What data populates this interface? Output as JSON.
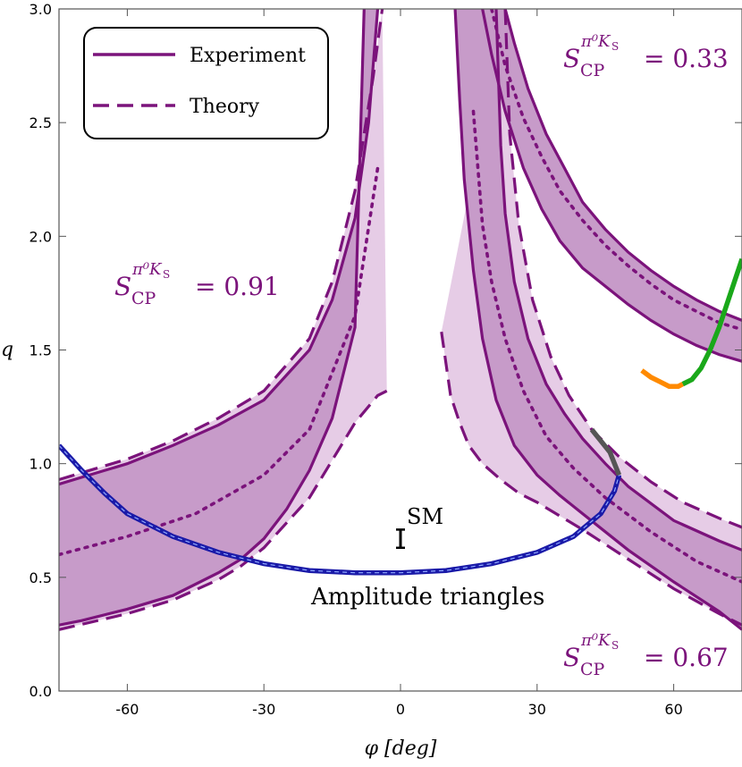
{
  "chart_data": {
    "type": "line",
    "xlabel": "φ [deg]",
    "ylabel": "q",
    "xlim": [
      -75,
      75
    ],
    "ylim": [
      0,
      3
    ],
    "xticks": [
      -60,
      -30,
      0,
      30,
      60
    ],
    "yticks": [
      0.0,
      0.5,
      1.0,
      1.5,
      2.0,
      2.5,
      3.0
    ],
    "xtick_labels": [
      "-60",
      "-30",
      "0",
      "30",
      "60"
    ],
    "ytick_labels": [
      "0.0",
      "0.5",
      "1.0",
      "1.5",
      "2.0",
      "2.5",
      "3.0"
    ],
    "legend": {
      "position": "top-left",
      "entries": [
        {
          "label": "Experiment",
          "style": "solid"
        },
        {
          "label": "Theory",
          "style": "dashed"
        }
      ]
    },
    "annotations": [
      {
        "id": "s091",
        "base": "S",
        "sub": "CP",
        "sup": "π⁰K",
        "supsub": "S",
        "value": "= 0.91"
      },
      {
        "id": "s033",
        "base": "S",
        "sub": "CP",
        "sup": "π⁰K",
        "supsub": "S",
        "value": "= 0.33"
      },
      {
        "id": "s067",
        "base": "S",
        "sub": "CP",
        "sup": "π⁰K",
        "supsub": "S",
        "value": "= 0.67"
      },
      {
        "id": "amp",
        "text": "Amplitude triangles"
      },
      {
        "id": "sm",
        "text": "SM"
      }
    ],
    "colors": {
      "purple": "#7b137b",
      "band_fill": "#c79bc9",
      "band_light": "#e6cce6",
      "blue": "#1a1aa8",
      "gray": "#555555",
      "orange": "#ff8a00",
      "green": "#1aa81a"
    },
    "sm_point": {
      "x": 0,
      "y": 0.67,
      "yerr": [
        0.63,
        0.71
      ]
    },
    "series": [
      {
        "name": "Experiment",
        "band": "0.91",
        "role": "upper",
        "x": [
          -75,
          -70,
          -60,
          -50,
          -40,
          -30,
          -20,
          -15,
          -10,
          -7,
          -5
        ],
        "y": [
          0.91,
          0.94,
          1.0,
          1.08,
          1.17,
          1.28,
          1.5,
          1.72,
          2.08,
          2.5,
          3.0
        ]
      },
      {
        "name": "Experiment",
        "band": "0.91",
        "role": "lower",
        "x": [
          -75,
          -70,
          -60,
          -50,
          -40,
          -35,
          -30,
          -25,
          -20,
          -15,
          -10,
          -8
        ],
        "y": [
          0.29,
          0.31,
          0.36,
          0.42,
          0.52,
          0.58,
          0.67,
          0.8,
          0.97,
          1.2,
          1.6,
          3.0
        ]
      },
      {
        "name": "Theory",
        "band": "0.91",
        "role": "center",
        "x": [
          -75,
          -60,
          -45,
          -30,
          -20,
          -10,
          -5
        ],
        "y": [
          0.6,
          0.68,
          0.78,
          0.95,
          1.15,
          1.65,
          2.3
        ]
      },
      {
        "name": "Theory",
        "band": "0.91",
        "role": "upper",
        "x": [
          -75,
          -70,
          -60,
          -50,
          -40,
          -30,
          -20,
          -15,
          -10,
          -6,
          -4
        ],
        "y": [
          0.93,
          0.96,
          1.02,
          1.1,
          1.2,
          1.32,
          1.55,
          1.8,
          2.2,
          2.7,
          3.0
        ]
      },
      {
        "name": "Theory",
        "band": "0.91",
        "role": "lower",
        "x": [
          -75,
          -60,
          -50,
          -40,
          -35,
          -30,
          -20,
          -10,
          -5,
          -3
        ],
        "y": [
          0.27,
          0.34,
          0.4,
          0.49,
          0.55,
          0.63,
          0.85,
          1.18,
          1.3,
          1.32
        ]
      },
      {
        "name": "Experiment",
        "band": "0.67",
        "role": "left",
        "x": [
          12,
          13,
          14,
          16,
          18,
          21,
          25,
          30,
          35,
          40,
          50,
          60,
          70,
          75
        ],
        "y": [
          3.0,
          2.6,
          2.25,
          1.85,
          1.55,
          1.28,
          1.08,
          0.95,
          0.86,
          0.78,
          0.62,
          0.48,
          0.35,
          0.27
        ]
      },
      {
        "name": "Experiment",
        "band": "0.67",
        "role": "right",
        "x": [
          21,
          22,
          23,
          25,
          28,
          32,
          36,
          40,
          45,
          50,
          60,
          70,
          75
        ],
        "y": [
          3.0,
          2.4,
          2.1,
          1.8,
          1.55,
          1.35,
          1.22,
          1.11,
          1.0,
          0.9,
          0.75,
          0.66,
          0.62
        ]
      },
      {
        "name": "Theory",
        "band": "0.67",
        "role": "center",
        "x": [
          16,
          18,
          20,
          23,
          27,
          32,
          38,
          45,
          55,
          65,
          75
        ],
        "y": [
          2.55,
          2.05,
          1.8,
          1.55,
          1.32,
          1.12,
          0.98,
          0.85,
          0.7,
          0.57,
          0.48
        ]
      },
      {
        "name": "Theory",
        "band": "0.67",
        "role": "left",
        "x": [
          9,
          11,
          13,
          15,
          18,
          22,
          26,
          30,
          35,
          40,
          50,
          60,
          70,
          75
        ],
        "y": [
          1.58,
          1.3,
          1.18,
          1.08,
          1.0,
          0.93,
          0.87,
          0.83,
          0.77,
          0.71,
          0.58,
          0.45,
          0.34,
          0.29
        ]
      },
      {
        "name": "Theory",
        "band": "0.67",
        "role": "right",
        "x": [
          23,
          24,
          26,
          29,
          33,
          37,
          42,
          48,
          55,
          62,
          70,
          75
        ],
        "y": [
          3.0,
          2.45,
          2.05,
          1.72,
          1.47,
          1.3,
          1.15,
          1.03,
          0.92,
          0.83,
          0.76,
          0.72
        ]
      },
      {
        "name": "Experiment",
        "band": "0.33",
        "role": "upper",
        "x": [
          23,
          25,
          28,
          32,
          36,
          40,
          45,
          50,
          55,
          60,
          65,
          70,
          75
        ],
        "y": [
          3.0,
          2.85,
          2.65,
          2.45,
          2.3,
          2.15,
          2.03,
          1.93,
          1.85,
          1.78,
          1.72,
          1.67,
          1.63
        ]
      },
      {
        "name": "Experiment",
        "band": "0.33",
        "role": "lower",
        "x": [
          18,
          20,
          23,
          27,
          31,
          35,
          40,
          45,
          50,
          55,
          60,
          65,
          70,
          75
        ],
        "y": [
          3.0,
          2.8,
          2.55,
          2.3,
          2.12,
          1.98,
          1.86,
          1.78,
          1.7,
          1.63,
          1.57,
          1.52,
          1.48,
          1.45
        ]
      },
      {
        "name": "Theory",
        "band": "0.33",
        "role": "center",
        "x": [
          20,
          23,
          27,
          31,
          35,
          40,
          45,
          50,
          55,
          60,
          65,
          70,
          75
        ],
        "y": [
          3.0,
          2.75,
          2.52,
          2.35,
          2.2,
          2.07,
          1.96,
          1.87,
          1.79,
          1.72,
          1.67,
          1.62,
          1.59
        ]
      },
      {
        "name": "Amplitude triangles",
        "role": "blue",
        "x": [
          -75,
          -70,
          -65,
          -60,
          -50,
          -40,
          -30,
          -20,
          -10,
          0,
          10,
          20,
          30,
          38,
          44,
          47,
          48
        ],
        "y": [
          1.08,
          0.97,
          0.87,
          0.78,
          0.68,
          0.61,
          0.56,
          0.53,
          0.52,
          0.52,
          0.53,
          0.56,
          0.61,
          0.68,
          0.78,
          0.88,
          0.95
        ]
      },
      {
        "name": "Amplitude triangles",
        "role": "gray",
        "x": [
          48,
          47,
          46,
          44,
          42
        ],
        "y": [
          0.95,
          1.0,
          1.05,
          1.1,
          1.15
        ]
      },
      {
        "name": "Amplitude triangles",
        "role": "orange",
        "x": [
          53,
          55,
          57,
          59,
          61,
          62
        ],
        "y": [
          1.41,
          1.38,
          1.36,
          1.34,
          1.34,
          1.35
        ]
      },
      {
        "name": "Amplitude triangles",
        "role": "green",
        "x": [
          62,
          64,
          66,
          68,
          70,
          72,
          75
        ],
        "y": [
          1.35,
          1.37,
          1.42,
          1.5,
          1.6,
          1.72,
          1.9
        ]
      }
    ]
  }
}
